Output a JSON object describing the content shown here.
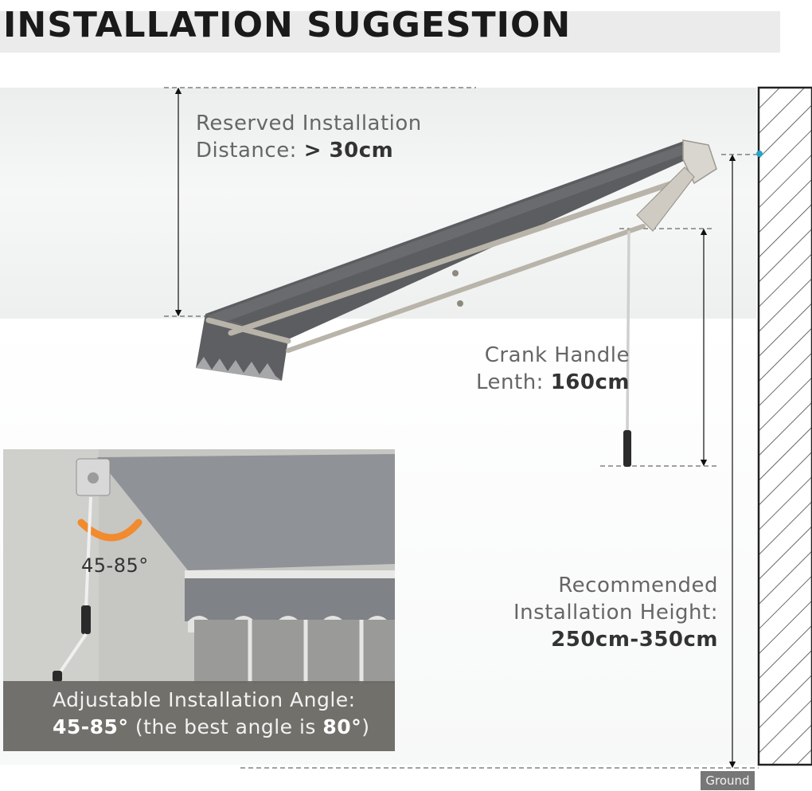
{
  "title": "INSTALLATION SUGGESTION",
  "reserved": {
    "line1": "Reserved Installation",
    "line2_prefix": "Distance: ",
    "line2_value": "> 30cm"
  },
  "crank": {
    "line1": "Crank Handle",
    "line2_prefix": "Lenth: ",
    "line2_value": "160cm"
  },
  "height": {
    "line1": "Recommended",
    "line2": "Installation Height:",
    "value": "250cm-350cm"
  },
  "photo": {
    "angle_label": "45-85°",
    "caption_line1": "Adjustable Installation Angle:",
    "caption_value": "45-85°",
    "caption_mid": " (the best angle is ",
    "caption_best": "80°",
    "caption_end": ")"
  },
  "ground": "Ground",
  "colors": {
    "awning": "#5f6062",
    "frame": "#b9b4a9",
    "wall_hatch": "#444444",
    "accent_orange": "#f28a2e",
    "marker_cyan": "#22a6c9"
  }
}
